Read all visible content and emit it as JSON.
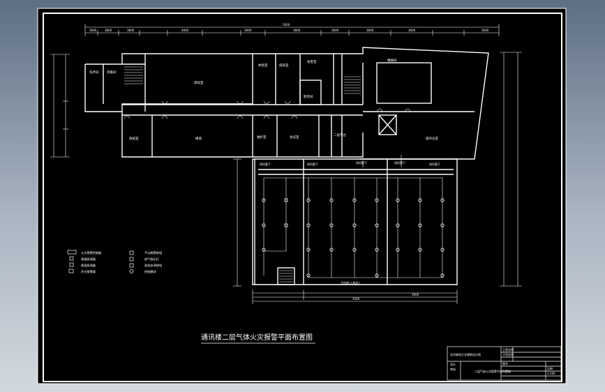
{
  "drawing": {
    "title": "通讯楼二层气体火灾报警平面布置图",
    "room_labels": [
      "洗手间",
      "消毒间",
      "测试室",
      "休息室",
      "值班室",
      "会客室",
      "楼梯间",
      "值班室",
      "楼道",
      "维护室",
      "卸货间",
      "会议室",
      "操作员室",
      "二层平台"
    ],
    "dimension_labels": [
      "5000",
      "3600",
      "3600",
      "3600",
      "4000",
      "3600",
      "3600",
      "3600",
      "3600",
      "3600",
      "3600",
      "2500",
      "2600"
    ],
    "annotations": [
      "排风管下",
      "排风管下",
      "排风管下",
      "排风管下",
      "排风管下",
      "主机房(上机区)"
    ],
    "legend": {
      "left": [
        "火灾报警控制器",
        "感烟探测器",
        "感温探测器",
        "声光报警器"
      ],
      "right": [
        "手动报警按钮",
        "放气指示灯",
        "紧急启停按钮",
        "控制模块"
      ]
    },
    "title_block": {
      "institute": "北京邮电大学建筑设计院",
      "drawing_name": "二层气体火灾报警平面布置图",
      "fields": [
        "工程名称",
        "子项名称",
        "设计",
        "审核",
        "图号",
        "比例",
        "1:100"
      ]
    }
  }
}
